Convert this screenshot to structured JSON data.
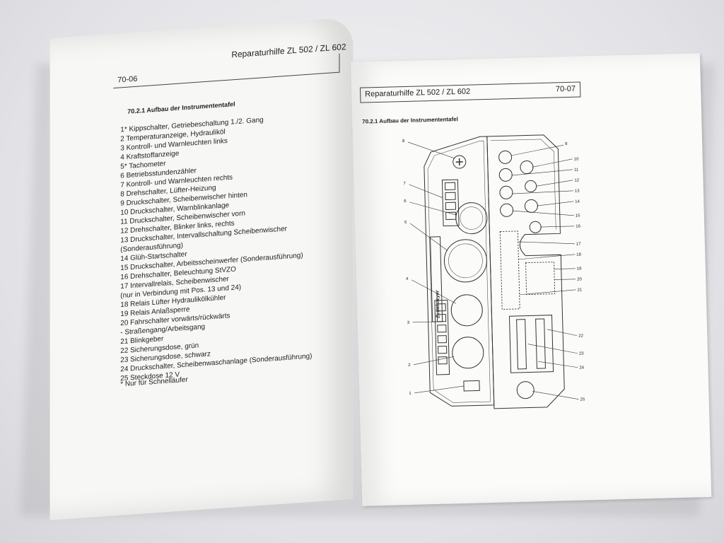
{
  "left_page": {
    "page_number": "70-06",
    "header_title": "Reparaturhilfe  ZL 502 / ZL 602",
    "section_heading": "70.2.1  Aufbau der Instrumententafel",
    "items": [
      "1* Kippschalter, Getriebeschaltung 1./2. Gang",
      "2  Temperaturanzeige, Hydrauliköl",
      "3  Kontroll- und Warnleuchten links",
      "4  Kraftstoffanzeige",
      "5* Tachometer",
      "6  Betriebsstundenzähler",
      "7  Kontroll- und Warnleuchten rechts",
      "8  Drehschalter, Lüfter-Heizung",
      "9  Druckschalter, Scheibenwischer hinten",
      "10 Druckschalter, Warnblinkanlage",
      "11 Druckschalter, Scheibenwischer vorn",
      "12 Drehschalter, Blinker links, rechts",
      "13 Druckschalter, Intervallschaltung Scheibenwischer",
      "     (Sonderausführung)",
      "14 Glüh-Startschalter",
      "15 Druckschalter, Arbeitsscheinwerfer (Sonderausführung)",
      "16 Drehschalter, Beleuchtung StVZO",
      "17 Intervallrelais, Scheibenwischer",
      "     (nur in Verbindung mit Pos. 13 und 24)",
      "18 Relais Lüfter Hydraulikölkühler",
      "19 Relais Anlaßsperre",
      "20 Fahrschalter vorwärts/rückwärts",
      "     - Straßengang/Arbeitsgang",
      "21 Blinkgeber",
      "22 Sicherungsdose, grün",
      "23 Sicherungsdose, schwarz",
      "24 Druckschalter, Scheibenwaschanlage (Sonderausführung)",
      "25 Steckdose 12 V"
    ],
    "footnote": "* Nur für Schnelläufer"
  },
  "right_page": {
    "header_title": "Reparaturhilfe     ZL 502 / ZL 602",
    "page_number": "70-07",
    "section_heading": "70.2.1  Aufbau der Instrumententafel",
    "diagram": {
      "gauge_label": "Zettelmeyer",
      "callouts": [
        "1",
        "2",
        "3",
        "4",
        "5",
        "6",
        "7",
        "8",
        "9",
        "10",
        "11",
        "12",
        "13",
        "14",
        "15",
        "16",
        "17",
        "18",
        "19",
        "20",
        "21",
        "22",
        "23",
        "24",
        "25"
      ]
    }
  }
}
